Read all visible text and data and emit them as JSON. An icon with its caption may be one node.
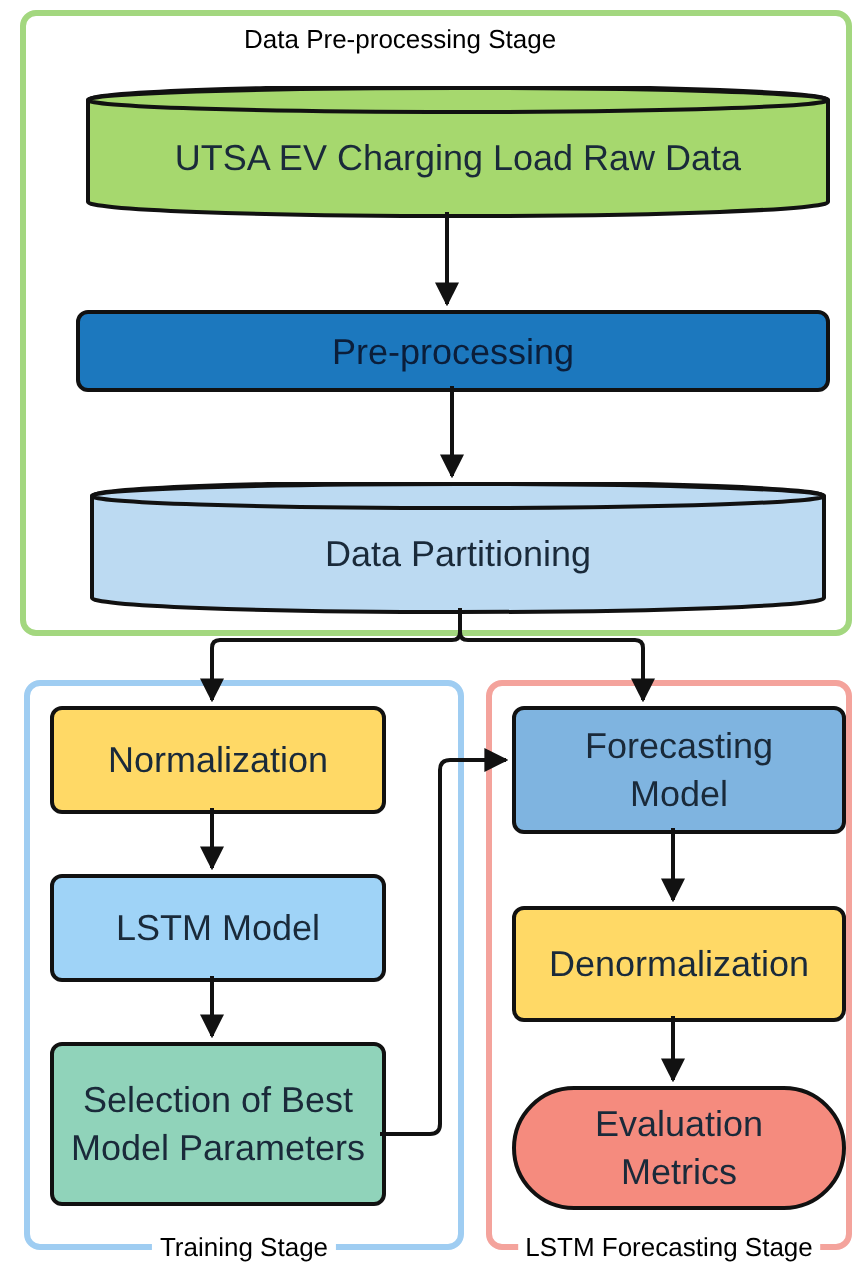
{
  "diagram": {
    "nodes": [
      {
        "text": [
          "Data Pre-processing Stage"
        ]
      },
      {
        "text": [
          "UTSA EV Charging Load Raw Data"
        ],
        "in": 0
      },
      {
        "text": [
          "Pre-processing"
        ],
        "in": 0
      },
      {
        "text": [
          "Data Partitioning"
        ],
        "in": 0
      },
      {
        "text": [
          "Training Stage"
        ]
      },
      {
        "text": [
          "Normalization"
        ],
        "in": 4
      },
      {
        "text": [
          "LSTM Model"
        ],
        "in": 4
      },
      {
        "text": [
          "Selection of Best Model Parameters"
        ],
        "in": 4
      },
      {
        "text": [
          "LSTM Forecasting Stage"
        ]
      },
      {
        "text": [
          "Forecasting Model"
        ],
        "in": 8
      },
      {
        "text": [
          "Denormalization"
        ],
        "in": 8
      },
      {
        "text": [
          "Evaluation Metrics"
        ],
        "in": 8
      }
    ],
    "edges": [
      {
        "from": 1,
        "to": 2,
        "arrow": "to"
      },
      {
        "from": 2,
        "to": 3,
        "arrow": "to"
      },
      {
        "from": 3,
        "to": 5,
        "arrow": "to"
      },
      {
        "from": 3,
        "to": 9,
        "arrow": "to"
      },
      {
        "from": 5,
        "to": 6,
        "arrow": "to"
      },
      {
        "from": 6,
        "to": 7,
        "arrow": "to"
      },
      {
        "from": 7,
        "to": 9,
        "arrow": "to"
      },
      {
        "from": 9,
        "to": 10,
        "arrow": "to"
      },
      {
        "from": 10,
        "to": 11,
        "arrow": "to"
      }
    ]
  }
}
